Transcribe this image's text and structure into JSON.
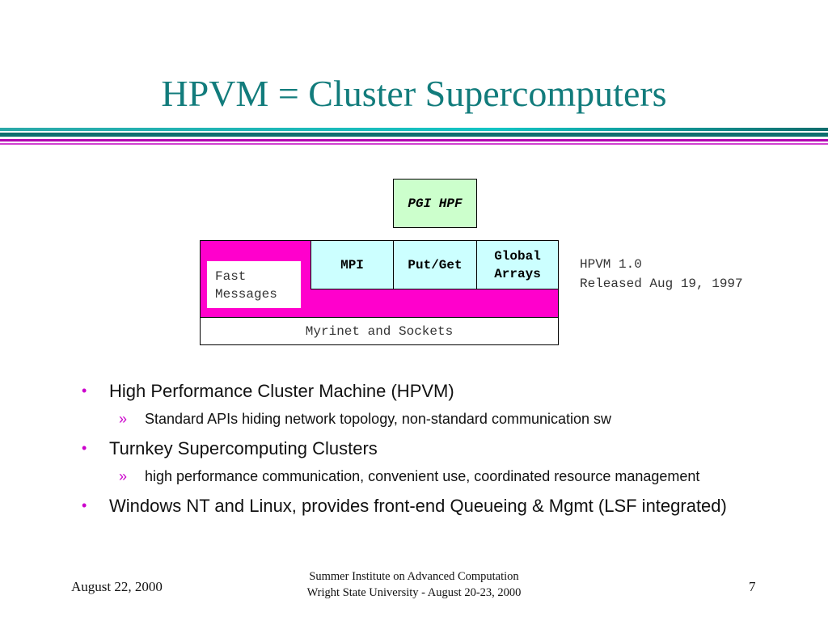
{
  "slide": {
    "title": "HPVM = Cluster Supercomputers",
    "colors": {
      "title": "#127c7c",
      "accent_magenta": "#ff00cc",
      "box_green": "#ccffcc",
      "box_cyan": "#ccffff"
    }
  },
  "diagram": {
    "pgi_hpf": "PGI HPF",
    "mpi": "MPI",
    "put_get": "Put/Get",
    "global_arrays": [
      "Global",
      "Arrays"
    ],
    "fast_messages": [
      "Fast",
      "Messages"
    ],
    "myrinet": "Myrinet and Sockets",
    "release_note": [
      "HPVM 1.0",
      "Released Aug 19, 1997"
    ]
  },
  "bullets": [
    {
      "text": "High Performance Cluster Machine (HPVM)",
      "sub": [
        "Standard APIs  hiding network topology, non-standard communication sw"
      ]
    },
    {
      "text": "Turnkey Supercomputing Clusters",
      "sub": [
        "high performance communication, convenient use, coordinated resource management"
      ]
    },
    {
      "text": "Windows NT and Linux, provides front-end Queueing & Mgmt (LSF integrated)",
      "sub": []
    }
  ],
  "footer": {
    "date": "August 22, 2000",
    "center_line1": "Summer Institute on Advanced Computation",
    "center_line2": "Wright State University - August 20-23, 2000",
    "page": "7"
  }
}
